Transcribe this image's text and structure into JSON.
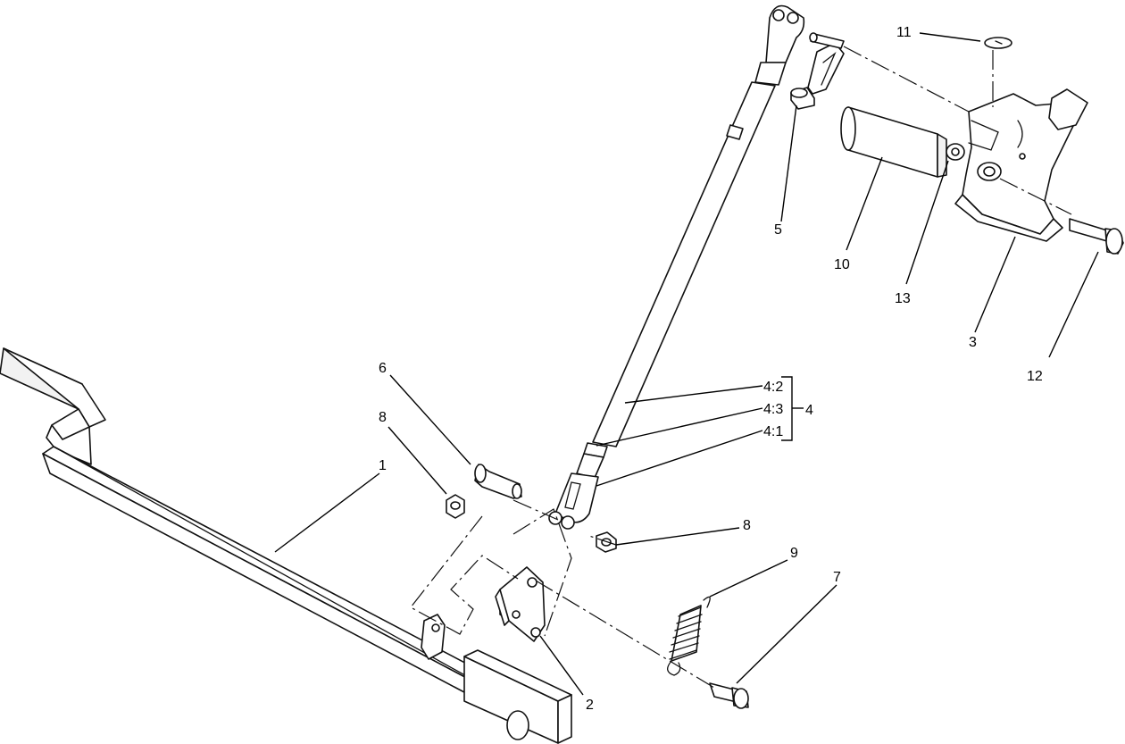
{
  "callouts": {
    "c1": "1",
    "c2": "2",
    "c3": "3",
    "c4": "4",
    "c4_1": "4:1",
    "c4_2": "4:2",
    "c4_3": "4:3",
    "c5": "5",
    "c6": "6",
    "c7": "7",
    "c8a": "8",
    "c8b": "8",
    "c9": "9",
    "c10": "10",
    "c11": "11",
    "c12": "12",
    "c13": "13"
  }
}
